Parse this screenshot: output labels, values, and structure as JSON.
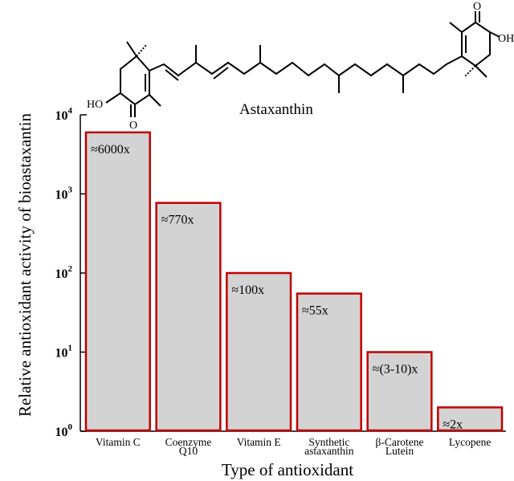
{
  "chart_data": {
    "type": "bar",
    "title": "",
    "xlabel": "Type of antioxidant",
    "ylabel": "Relative antioxidant activity of bioastaxantin",
    "yscale": "log",
    "ylim": [
      1,
      10000
    ],
    "yticks": [
      {
        "value": 1,
        "base": "10",
        "exp": "0"
      },
      {
        "value": 10,
        "base": "10",
        "exp": "1"
      },
      {
        "value": 100,
        "base": "10",
        "exp": "2"
      },
      {
        "value": 1000,
        "base": "10",
        "exp": "3"
      },
      {
        "value": 10000,
        "base": "10",
        "exp": "4"
      }
    ],
    "grid": false,
    "legend": "none",
    "categories": [
      [
        "Vitamin C"
      ],
      [
        "Coenzyme",
        "Q10"
      ],
      [
        "Vitamin E"
      ],
      [
        "Synthetic",
        "astaxanthin"
      ],
      [
        "β-Carotene",
        "Lutein"
      ],
      [
        "Lycopene"
      ]
    ],
    "values": [
      6000,
      770,
      100,
      55,
      10,
      2
    ],
    "labels": [
      "≈6000x",
      "≈770x",
      "≈100x",
      "≈55x",
      "≈(3-10)x",
      "≈2x"
    ],
    "bar_fill": "#d3d3d3",
    "bar_edge": "#c00000",
    "annotation": "Astaxanthin"
  },
  "molecule": {
    "label": "Astaxanthin",
    "atoms": {
      "ho": "HO",
      "oh": "OH",
      "o": "O"
    }
  }
}
